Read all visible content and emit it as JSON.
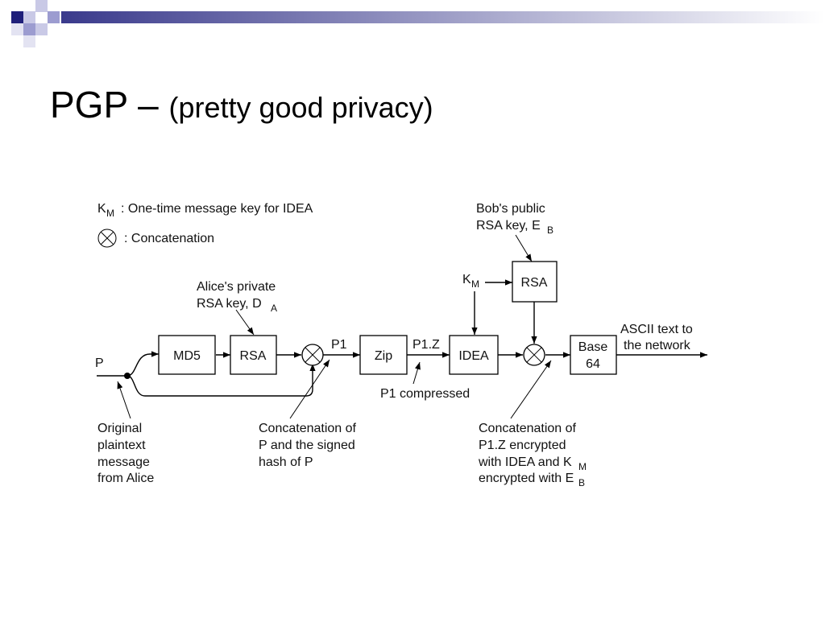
{
  "slide": {
    "title_main": "PGP – ",
    "title_sub": "(pretty good privacy)"
  },
  "colors": {
    "accent_navy": "#1f1f7a",
    "accent_lavender": "#9c9cd0",
    "accent_light": "#c9c9e6"
  },
  "legend": {
    "key_symbol": "K",
    "key_subscript": "M",
    "key_text": ":  One-time message key for IDEA",
    "concat_icon": "circled-x-icon",
    "concat_text": ":  Concatenation"
  },
  "boxes": {
    "md5": "MD5",
    "rsa_sign": "RSA",
    "zip": "Zip",
    "idea": "IDEA",
    "rsa_key": "RSA",
    "base64_line1": "Base",
    "base64_line2": "64"
  },
  "labels": {
    "p": "P",
    "p1": "P1",
    "p1z": "P1.Z",
    "p1_compressed": "P1 compressed",
    "km_symbol": "K",
    "km_subscript": "M",
    "alice_key_line1": "Alice's private",
    "alice_key_line2": "RSA key, D",
    "alice_key_sub": "A",
    "bob_key_line1": "Bob's public",
    "bob_key_line2": "RSA key, E",
    "bob_key_sub": "B",
    "ascii_line1": "ASCII text to",
    "ascii_line2": "the network",
    "original_lines": [
      "Original",
      "plaintext",
      "message",
      "from Alice"
    ],
    "concat1_lines": [
      "Concatenation of",
      "P and the signed",
      "hash of P"
    ],
    "concat2_line1": "Concatenation of",
    "concat2_line2": "P1.Z encrypted",
    "concat2_line3": "with IDEA and K",
    "concat2_line3_sub": "M",
    "concat2_line4": "encrypted with E",
    "concat2_line4_sub": "B"
  }
}
